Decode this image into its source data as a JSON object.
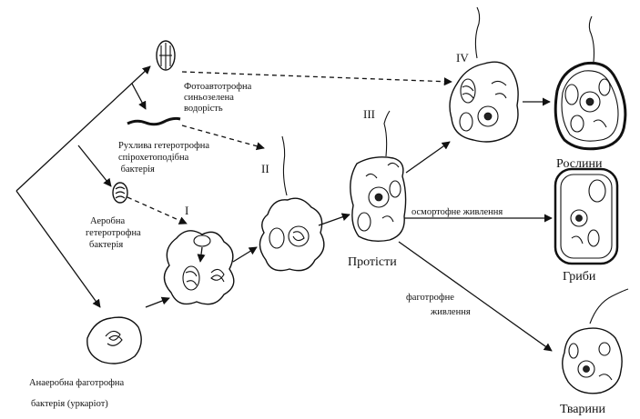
{
  "labels": {
    "cyano": [
      "Фотоавтотрофна",
      "синьозелена",
      "водорість"
    ],
    "spiro": [
      "Рухлива гетеротрофна",
      "спірохетоподібна",
      " бактерія"
    ],
    "aerobic": [
      "Аеробна",
      "гетеротрофна",
      "бактерія"
    ],
    "anaerobic": [
      "Анаеробна фаготрофна",
      "бактерія (уркаріот)"
    ],
    "protists": "Протісти",
    "plants": "Рослини",
    "fungi": "Гриби",
    "animals": "Тварини",
    "osmotrophic": "осмортофне живлення",
    "phagotrophic": [
      "фаготрофне",
      "живлення"
    ],
    "stages": [
      "I",
      "II",
      "III",
      "IV"
    ]
  }
}
